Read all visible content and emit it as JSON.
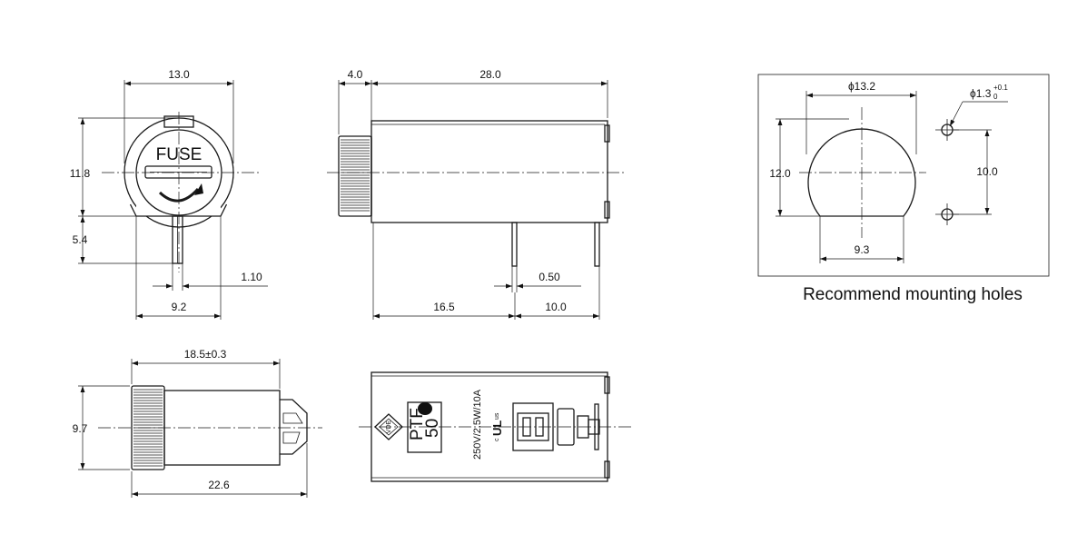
{
  "front_view": {
    "width": "13.0",
    "height": "11.8",
    "pin_length": "5.4",
    "pin_width": "1.10",
    "pin_spacing": "9.2",
    "cap_text": "FUSE"
  },
  "side_view": {
    "cap_length": "4.0",
    "body_length": "28.0",
    "pin_thickness": "0.50",
    "pin_offset": "16.5",
    "pin_gap": "10.0"
  },
  "bottom_left_view": {
    "length": "18.5±0.3",
    "height": "9.7",
    "overall_length": "22.6"
  },
  "label_view": {
    "model_line1": "PTF",
    "model_line2": "50",
    "rating": "250V/2.5W/10A",
    "cert_mark": "UL",
    "cert_c": "c",
    "cert_us": "us",
    "vde_mark": "VDE"
  },
  "mounting": {
    "diameter": "ϕ13.2",
    "hole_diameter": "ϕ1.3",
    "hole_tol_upper": "+0.1",
    "hole_tol_lower": "0",
    "height": "12.0",
    "hole_spacing": "10.0",
    "flat_width": "9.3",
    "caption": "Recommend mounting holes"
  }
}
